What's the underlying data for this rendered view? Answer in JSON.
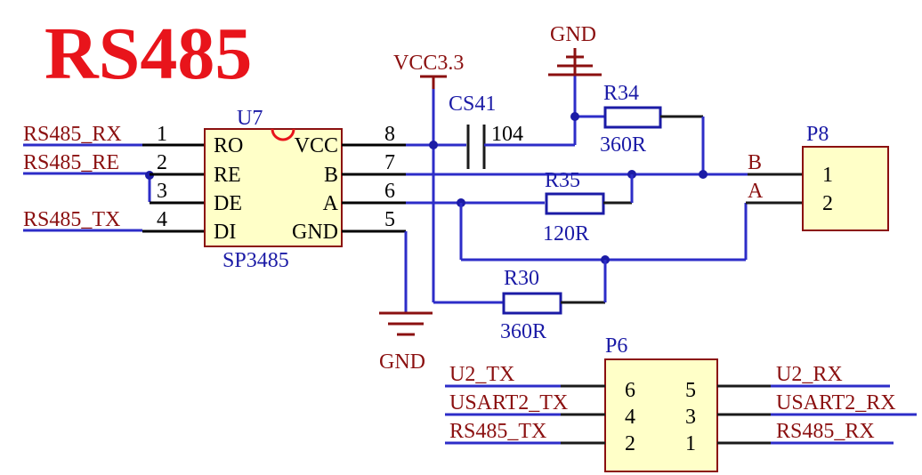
{
  "title": "RS485",
  "u7": {
    "ref": "U7",
    "part": "SP3485",
    "pins_left": [
      {
        "num": "1",
        "name": "RO",
        "net": "RS485_RX"
      },
      {
        "num": "2",
        "name": "RE",
        "net": "RS485_RE"
      },
      {
        "num": "3",
        "name": "DE",
        "net": ""
      },
      {
        "num": "4",
        "name": "DI",
        "net": "RS485_TX"
      }
    ],
    "pins_right": [
      {
        "num": "8",
        "name": "VCC"
      },
      {
        "num": "7",
        "name": "B"
      },
      {
        "num": "6",
        "name": "A"
      },
      {
        "num": "5",
        "name": "GND"
      }
    ]
  },
  "power": {
    "vcc": "VCC3.3",
    "gnd_top": "GND",
    "gnd_bottom": "GND"
  },
  "capacitor": {
    "ref": "CS41",
    "value": "104"
  },
  "resistors": [
    {
      "ref": "R34",
      "value": "360R"
    },
    {
      "ref": "R35",
      "value": "120R"
    },
    {
      "ref": "R30",
      "value": "360R"
    }
  ],
  "p8": {
    "ref": "P8",
    "pins": [
      {
        "num": "1",
        "net": "B"
      },
      {
        "num": "2",
        "net": "A"
      }
    ]
  },
  "p6": {
    "ref": "P6",
    "rows": [
      {
        "left_num": "6",
        "right_num": "5",
        "left_net": "U2_TX",
        "right_net": "U2_RX"
      },
      {
        "left_num": "4",
        "right_num": "3",
        "left_net": "USART2_TX",
        "right_net": "USART2_RX"
      },
      {
        "left_num": "2",
        "right_num": "1",
        "left_net": "RS485_TX",
        "right_net": "RS485_RX"
      }
    ]
  },
  "colors": {
    "title": "#e8141b",
    "wire": "#2d2dc8",
    "label": "#1b1ba6",
    "power": "#8b1010",
    "component_fill": "#ffffc8"
  }
}
